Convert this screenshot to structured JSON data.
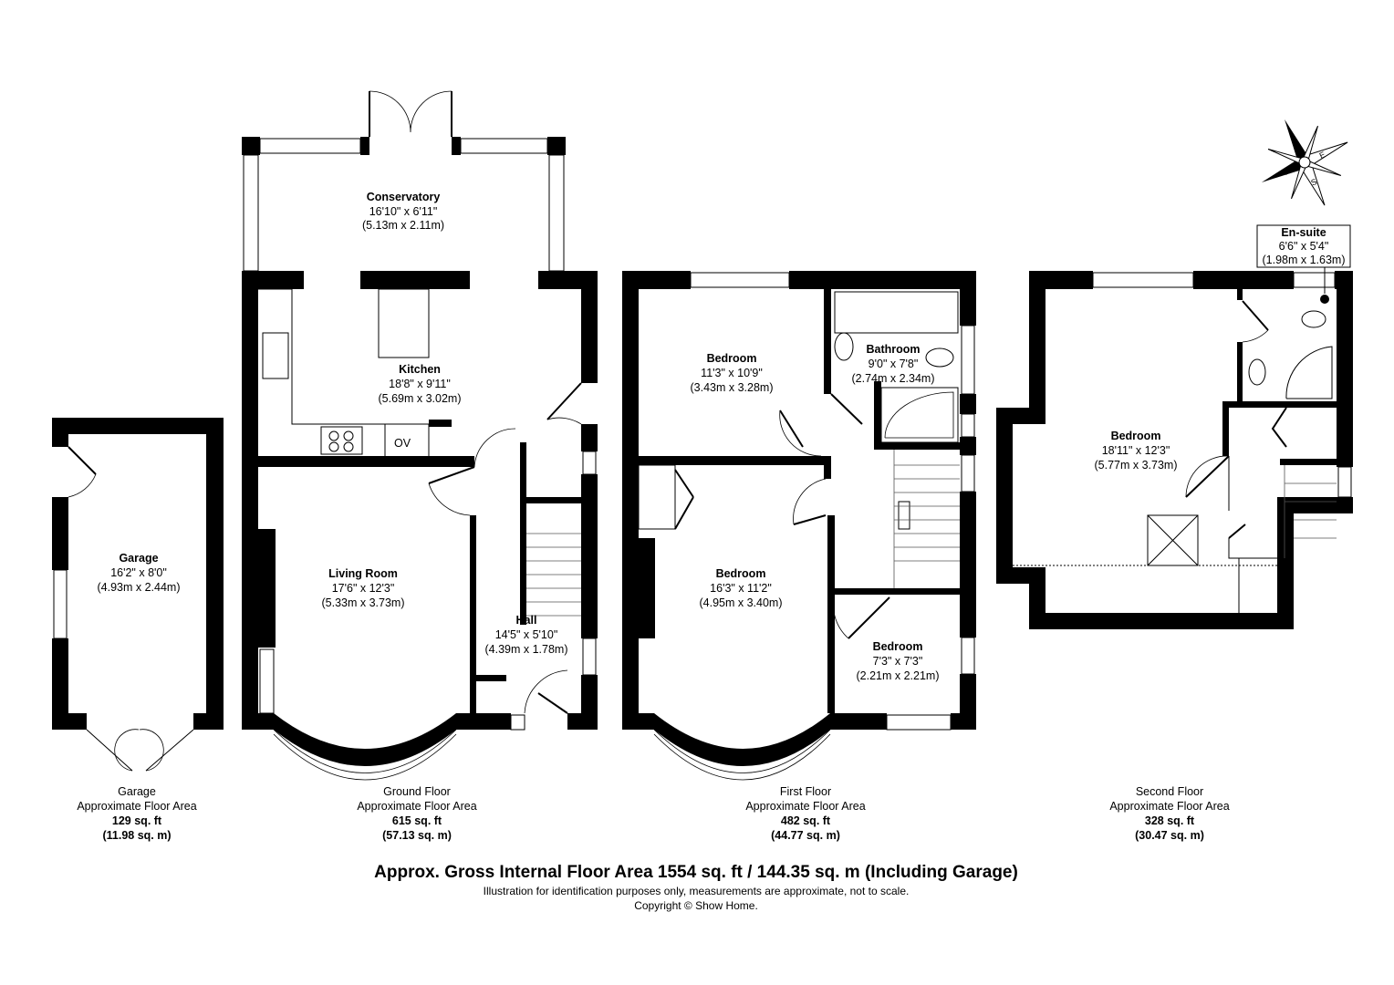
{
  "rooms": {
    "conservatory": {
      "name": "Conservatory",
      "imperial": "16'10\" x 6'11\"",
      "metric": "(5.13m x 2.11m)"
    },
    "kitchen": {
      "name": "Kitchen",
      "imperial": "18'8\" x 9'11\"",
      "metric": "(5.69m x 3.02m)",
      "oven_label": "OV"
    },
    "living_room": {
      "name": "Living Room",
      "imperial": "17'6\" x 12'3\"",
      "metric": "(5.33m x 3.73m)"
    },
    "hall": {
      "name": "Hall",
      "imperial": "14'5\" x 5'10\"",
      "metric": "(4.39m x 1.78m)"
    },
    "garage": {
      "name": "Garage",
      "imperial": "16'2\" x 8'0\"",
      "metric": "(4.93m x 2.44m)"
    },
    "bedroom_1f_rear": {
      "name": "Bedroom",
      "imperial": "11'3\" x 10'9\"",
      "metric": "(3.43m x 3.28m)"
    },
    "bathroom": {
      "name": "Bathroom",
      "imperial": "9'0\" x 7'8\"",
      "metric": "(2.74m x 2.34m)"
    },
    "bedroom_1f_front": {
      "name": "Bedroom",
      "imperial": "16'3\" x 11'2\"",
      "metric": "(4.95m x 3.40m)"
    },
    "bedroom_1f_small": {
      "name": "Bedroom",
      "imperial": "7'3\" x 7'3\"",
      "metric": "(2.21m x 2.21m)"
    },
    "en_suite": {
      "name": "En-suite",
      "imperial": "6'6\" x 5'4\"",
      "metric": "(1.98m x 1.63m)"
    },
    "bedroom_2f": {
      "name": "Bedroom",
      "imperial": "18'11\" x 12'3\"",
      "metric": "(5.77m x 3.73m)"
    }
  },
  "floors": [
    {
      "name": "Garage",
      "label": "Approximate Floor Area",
      "sqft": "129 sq. ft",
      "sqm": "(11.98 sq. m)"
    },
    {
      "name": "Ground Floor",
      "label": "Approximate Floor Area",
      "sqft": "615 sq. ft",
      "sqm": "(57.13 sq. m)"
    },
    {
      "name": "First Floor",
      "label": "Approximate Floor Area",
      "sqft": "482 sq. ft",
      "sqm": "(44.77 sq. m)"
    },
    {
      "name": "Second Floor",
      "label": "Approximate Floor Area",
      "sqft": "328 sq. ft",
      "sqm": "(30.47 sq. m)"
    }
  ],
  "footer": {
    "title": "Approx. Gross Internal Floor Area 1554 sq. ft / 144.35 sq. m (Including Garage)",
    "disclaimer": "Illustration for identification purposes only, measurements are approximate, not to scale.",
    "copyright": "Copyright © Show Home."
  },
  "compass": {
    "n": "N",
    "e": "E",
    "s": "S",
    "w": "W"
  }
}
